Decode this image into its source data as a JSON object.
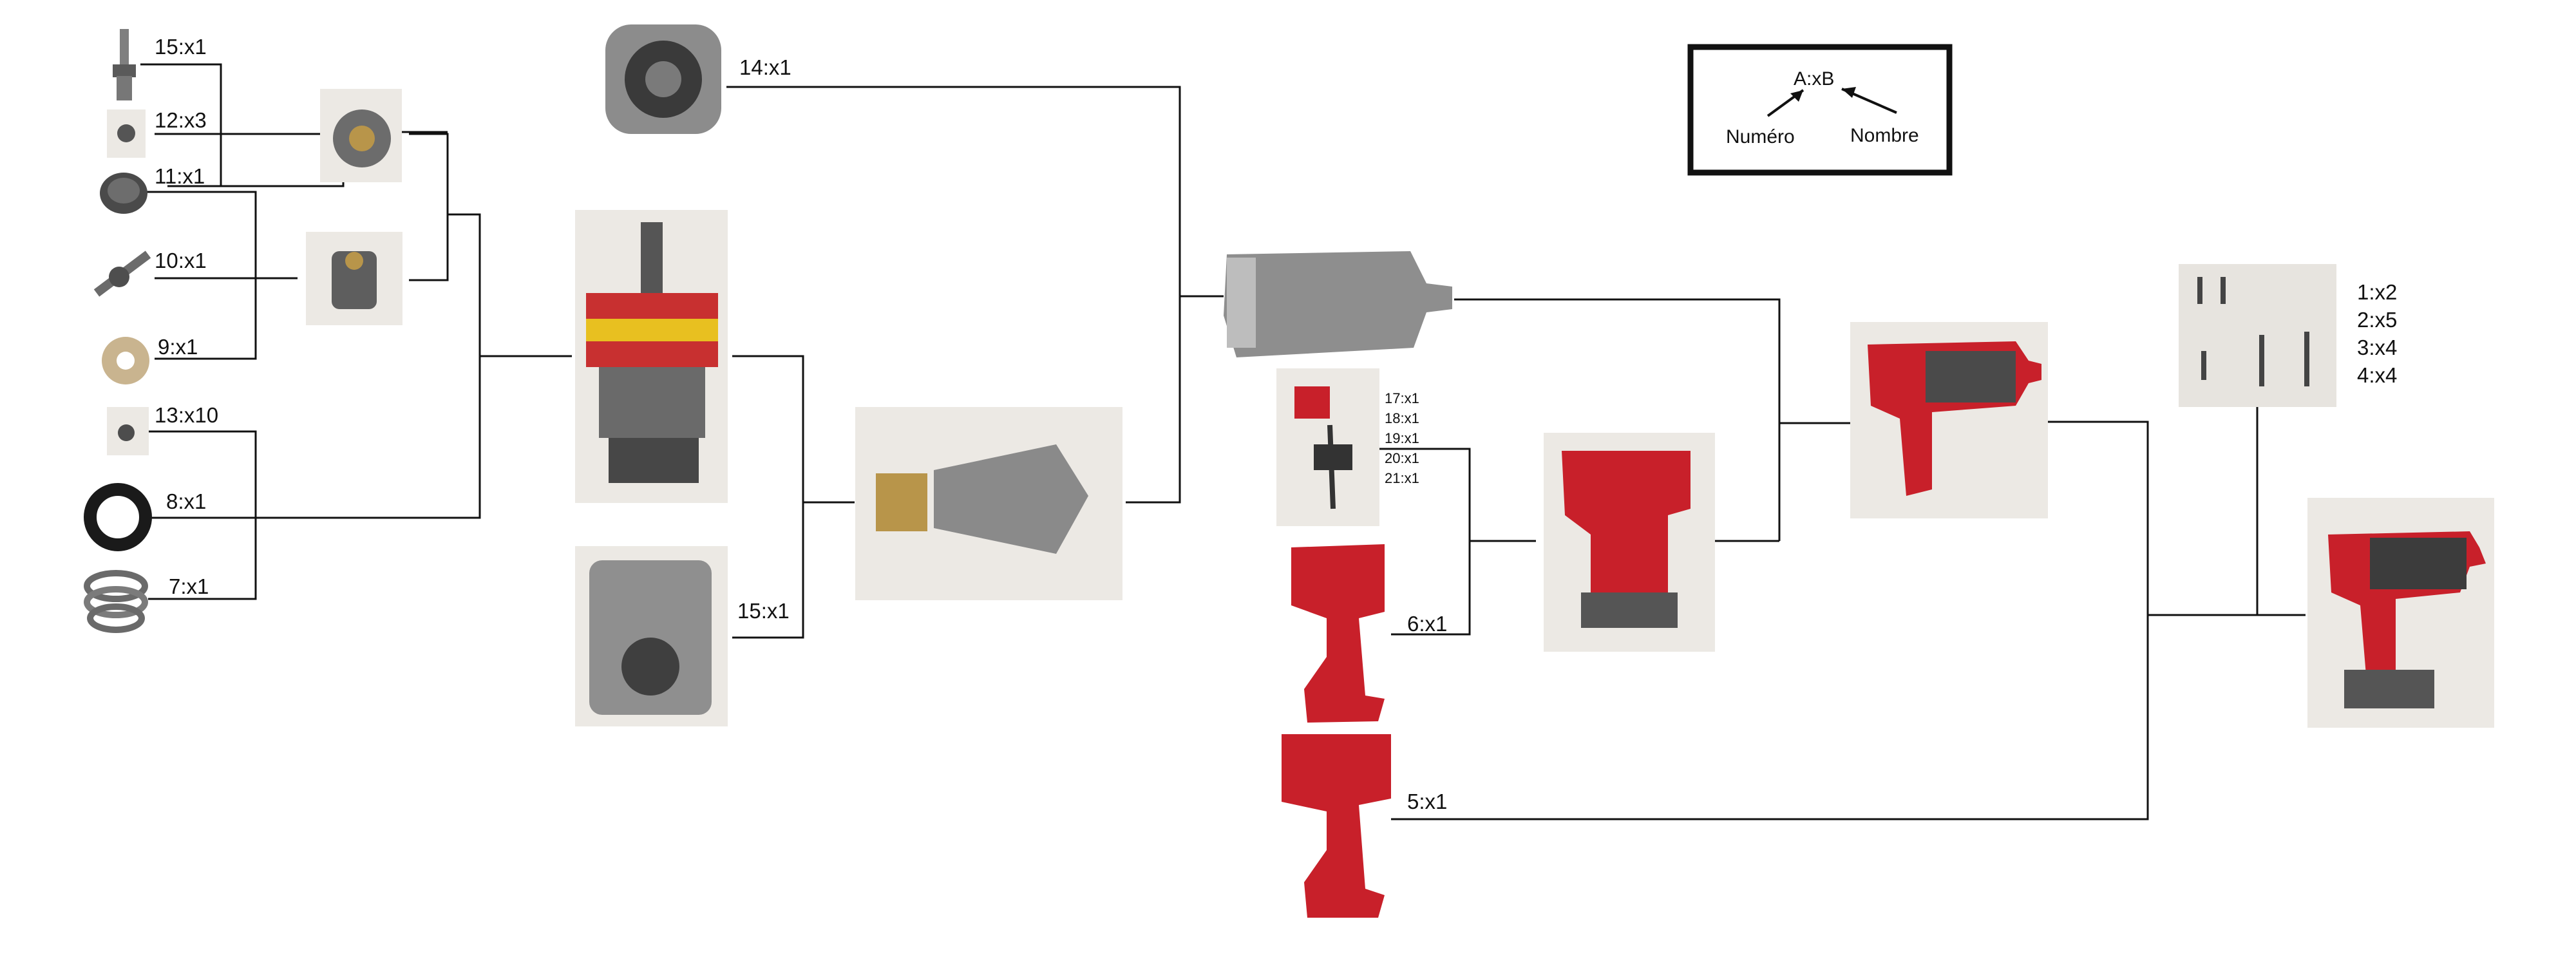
{
  "legend": {
    "formula": "A:xB",
    "left_label": "Numéro",
    "right_label": "Nombre"
  },
  "labels": {
    "p15a": "15:x1",
    "p12": "12:x3",
    "p11": "11:x1",
    "p10": "10:x1",
    "p9": "9:x1",
    "p13": "13:x10",
    "p8": "8:x1",
    "p7": "7:x1",
    "p14": "14:x1",
    "p15b": "15:x1",
    "p17": "17:x1",
    "p18": "18:x1",
    "p19": "19:x1",
    "p20": "20:x1",
    "p21": "21:x1",
    "p6": "6:x1",
    "p5": "5:x1",
    "p1": "1:x2",
    "p2": "2:x5",
    "p3": "3:x4",
    "p4": "4:x4"
  },
  "colors": {
    "tool_red": "#c8202a",
    "metal": "#8c8c8c",
    "dark_metal": "#3a3a3a",
    "brass": "#b8954a",
    "band_yellow": "#e8c020",
    "band_red": "#c83030"
  }
}
